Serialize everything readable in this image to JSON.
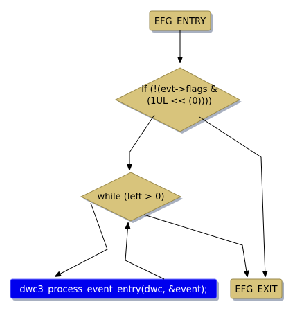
{
  "flowchart": {
    "nodes": {
      "entry": {
        "label": "EFG_ENTRY"
      },
      "if_flags": {
        "line1": "if (!(evt->flags &",
        "line2": "(1UL << (0))))"
      },
      "while_left": {
        "label": "while (left > 0)"
      },
      "process_event": {
        "label": "dwc3_process_event_entry(dwc, &event);"
      },
      "exit": {
        "label": "EFG_EXIT"
      }
    }
  },
  "colors": {
    "node_fill": "#d8c47c",
    "node_stroke": "#9a8a4c",
    "node_shadow": "#a8b0c0",
    "action_fill": "#0000ee",
    "action_stroke": "#7777ff",
    "action_text": "#ffffff",
    "edge": "#000000"
  }
}
